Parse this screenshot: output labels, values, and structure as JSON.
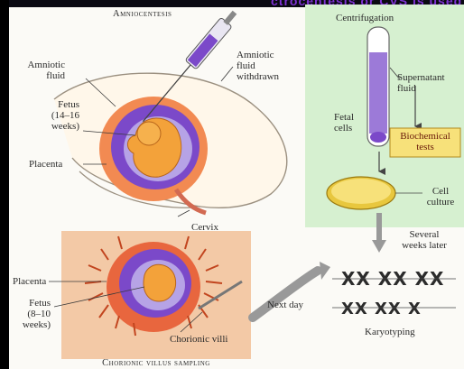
{
  "top_banner": "ctrocentesis or CVS is used (p",
  "amniocentesis": {
    "title": "Amniocentesis",
    "amniotic_fluid": [
      "Amniotic",
      "fluid"
    ],
    "fetus": [
      "Fetus",
      "(14–16",
      "weeks)"
    ],
    "placenta": "Placenta",
    "fluid_withdrawn": [
      "Amniotic",
      "fluid",
      "withdrawn"
    ],
    "cervix": "Cervix"
  },
  "centrifugation": {
    "title": "Centrifugation",
    "supernatant": [
      "Supernatant",
      "fluid"
    ],
    "fetal_cells": [
      "Fetal",
      "cells"
    ],
    "biochemical_tests": [
      "Biochemical",
      "tests"
    ],
    "cell_culture": [
      "Cell",
      "culture"
    ]
  },
  "karyotype": {
    "several_weeks": [
      "Several",
      "weeks later"
    ],
    "next_day": "Next day",
    "karyotyping": "Karyotyping"
  },
  "cvs": {
    "title": "Chorionic villus sampling",
    "placenta": "Placenta",
    "fetus": [
      "Fetus",
      "(8–10",
      "weeks)"
    ],
    "chorionic_villi": "Chorionic villi"
  },
  "colors": {
    "panel_green": "#d6f0d0",
    "villi_bg": "#f3c9a6",
    "fluid_purple": "#7b49c9",
    "fetus_orange": "#f3a23a",
    "biochem_yellow": "#f7e17a"
  }
}
